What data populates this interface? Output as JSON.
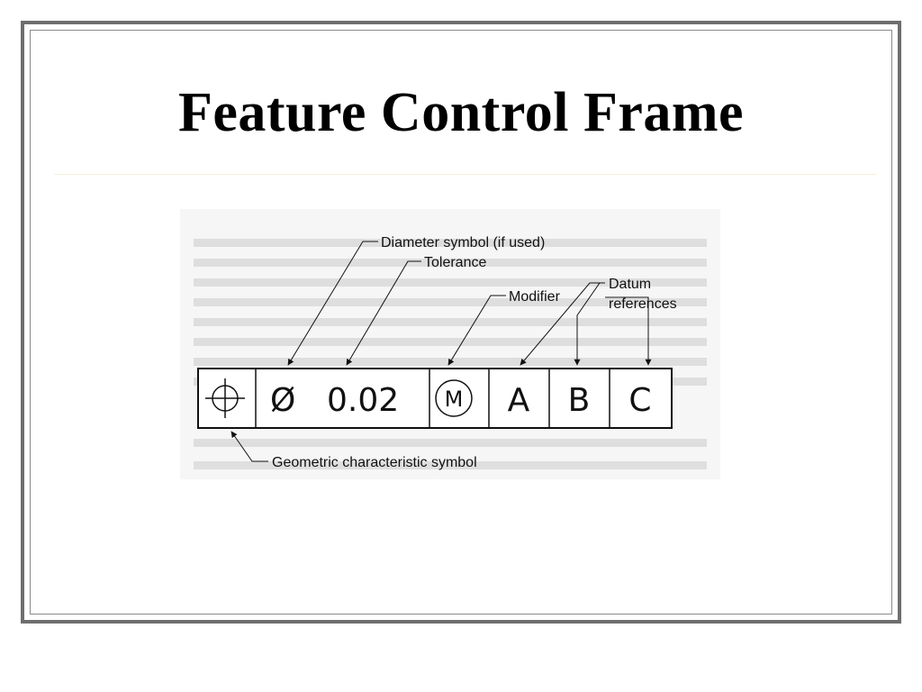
{
  "slide": {
    "title": "Feature Control Frame"
  },
  "diagram": {
    "callouts": {
      "diameter_symbol": "Diameter symbol (if used)",
      "tolerance": "Tolerance",
      "modifier": "Modifier",
      "datum_line1": "Datum",
      "datum_line2": "references",
      "geometric_symbol": "Geometric characteristic symbol"
    },
    "frame": {
      "characteristic_icon": "position-icon",
      "diameter_glyph": "Ø",
      "tolerance_value": "0.02",
      "modifier_letter": "M",
      "datums": [
        "A",
        "B",
        "C"
      ]
    }
  }
}
